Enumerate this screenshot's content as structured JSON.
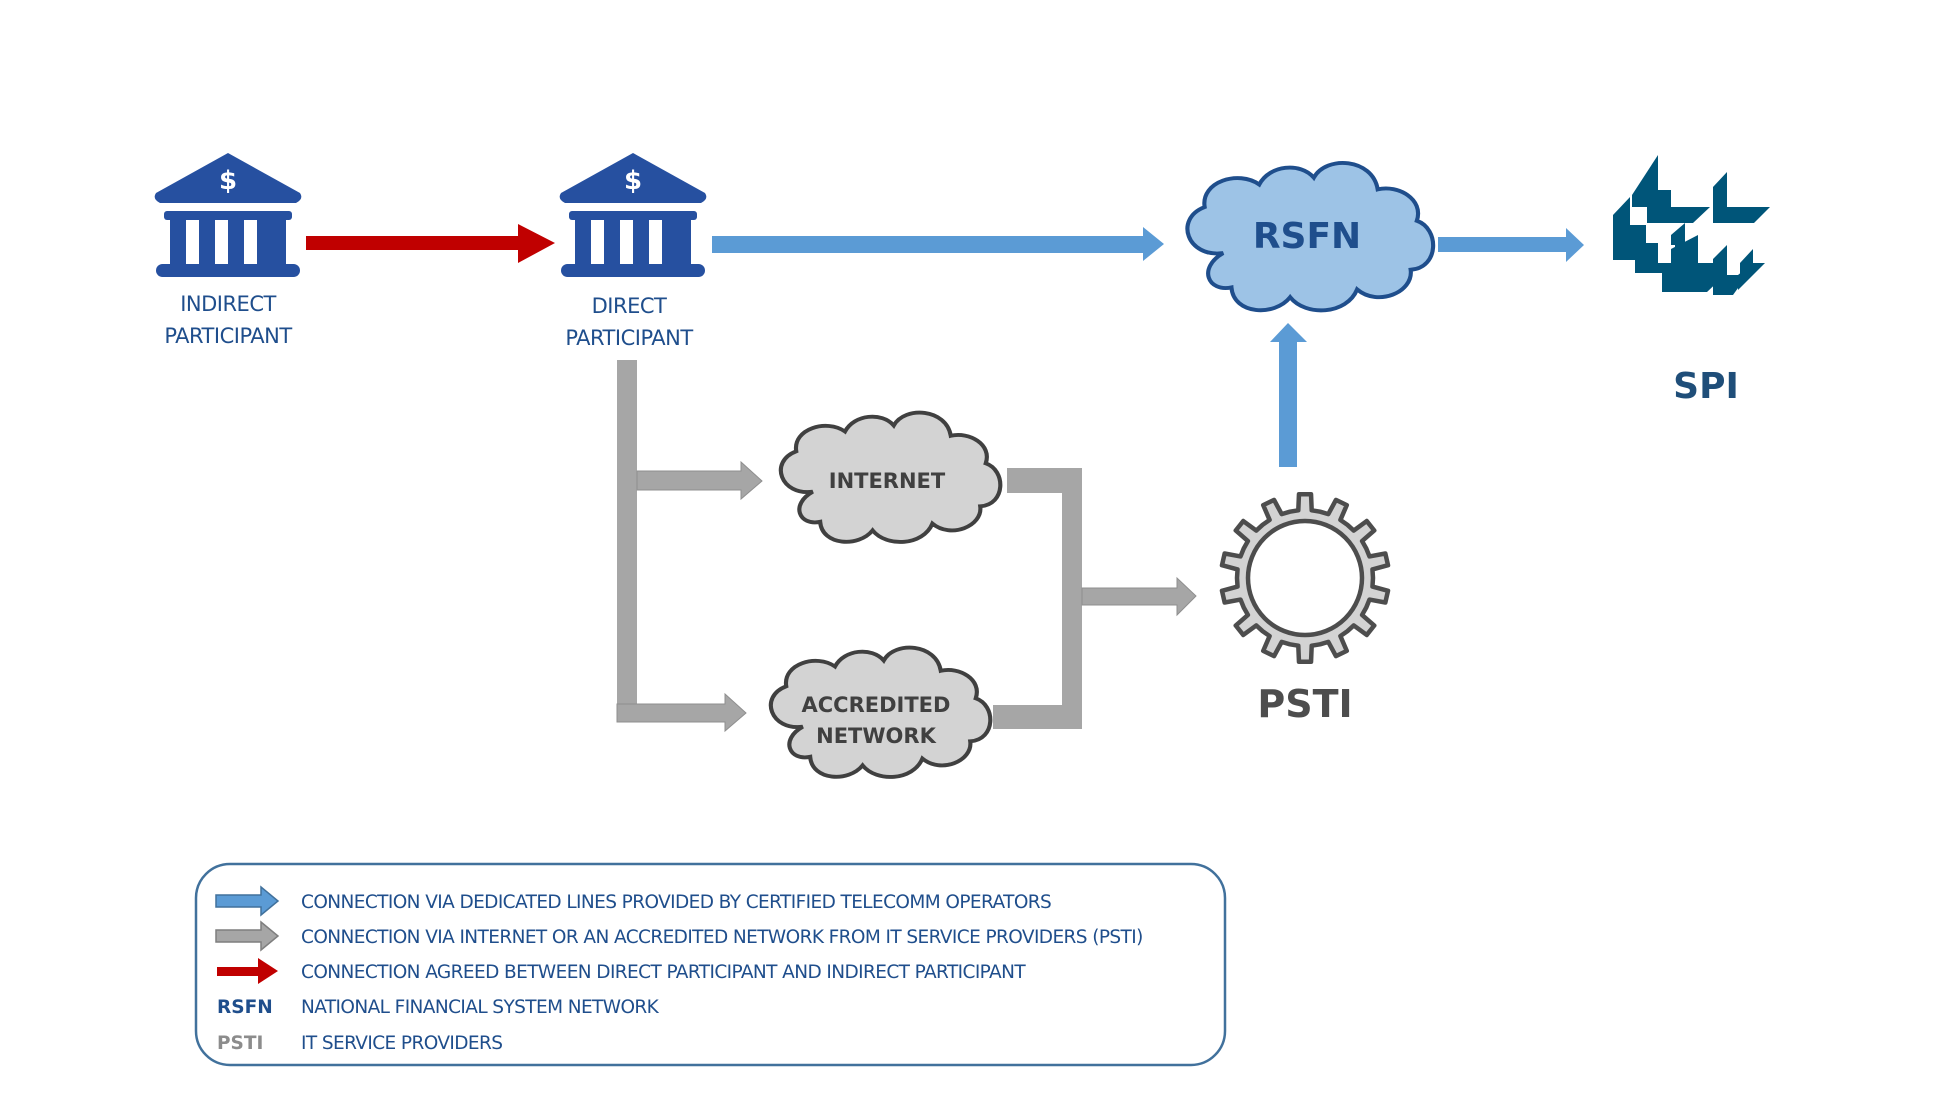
{
  "nodes": {
    "indirect_participant": {
      "line1": "INDIRECT",
      "line2": "PARTICIPANT",
      "icon": "bank-icon",
      "icon_symbol": "$"
    },
    "direct_participant": {
      "line1": "DIRECT",
      "line2": "PARTICIPANT",
      "icon": "bank-icon",
      "icon_symbol": "$"
    },
    "rsfn": {
      "label": "RSFN",
      "icon": "cloud-icon"
    },
    "internet": {
      "label": "INTERNET",
      "icon": "cloud-icon"
    },
    "accredited_network": {
      "line1": "ACCREDITED",
      "line2": "NETWORK",
      "icon": "cloud-icon"
    },
    "psti": {
      "label": "PSTI",
      "icon": "gear-icon"
    },
    "spi": {
      "label": "SPI",
      "icon": "spi-logo-icon"
    }
  },
  "connections": [
    {
      "from": "indirect_participant",
      "to": "direct_participant",
      "type": "agreed"
    },
    {
      "from": "direct_participant",
      "to": "rsfn",
      "type": "dedicated"
    },
    {
      "from": "direct_participant",
      "to": "internet",
      "type": "psti"
    },
    {
      "from": "direct_participant",
      "to": "accredited_network",
      "type": "psti"
    },
    {
      "from": "internet",
      "to": "psti",
      "type": "psti"
    },
    {
      "from": "accredited_network",
      "to": "psti",
      "type": "psti"
    },
    {
      "from": "psti",
      "to": "rsfn",
      "type": "dedicated"
    },
    {
      "from": "rsfn",
      "to": "spi",
      "type": "dedicated"
    }
  ],
  "colors": {
    "bank_blue": "#2650a0",
    "label_blue": "#1f4e8c",
    "dedicated_blue": "#5b9bd5",
    "rsfn_fill": "#9dc3e6",
    "rsfn_stroke": "#1f4e8c",
    "psti_grey": "#a6a6a6",
    "cloud_grey_fill": "#d3d3d3",
    "cloud_grey_stroke": "#404040",
    "agreed_red": "#c00000",
    "spi_teal": "#005579"
  },
  "legend": {
    "items": [
      {
        "key_type": "arrow",
        "key_color": "#5b9bd5",
        "text": "CONNECTION VIA DEDICATED LINES PROVIDED BY CERTIFIED TELECOMM OPERATORS"
      },
      {
        "key_type": "arrow",
        "key_color": "#a6a6a6",
        "text": "CONNECTION VIA INTERNET OR AN ACCREDITED NETWORK FROM IT SERVICE PROVIDERS (PSTI)"
      },
      {
        "key_type": "arrow",
        "key_color": "#c00000",
        "text": "CONNECTION AGREED BETWEEN DIRECT PARTICIPANT AND INDIRECT PARTICIPANT"
      },
      {
        "key_type": "abbr",
        "abbr": "RSFN",
        "text": "NATIONAL FINANCIAL SYSTEM NETWORK"
      },
      {
        "key_type": "abbr",
        "abbr": "PSTI",
        "text": "IT SERVICE PROVIDERS"
      }
    ]
  }
}
